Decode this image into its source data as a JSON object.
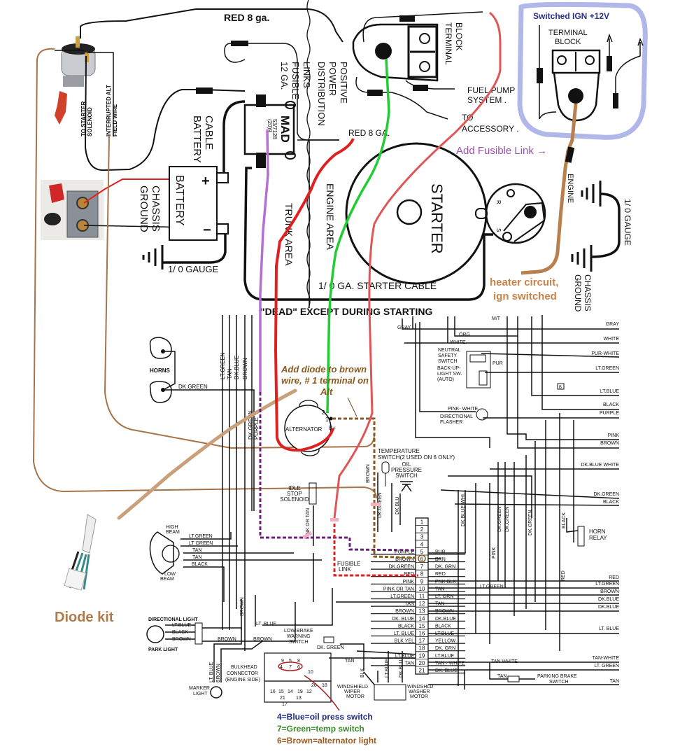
{
  "annotations": {
    "switched_ign": "Switched IGN +12V",
    "add_fusible_link": "Add Fusible Link →",
    "heater_line1": "heater circuit,",
    "heater_line2": "ign switched",
    "diode_note": [
      "Add diode to brown",
      "wire, # 1 terminal on",
      "Alt"
    ],
    "diode_kit": "Diode kit",
    "to_starter_solenoid": [
      "TO STARTER",
      "SOLENOID"
    ],
    "interrupted_alt_field": [
      "INTERRUPTED ALT",
      "FIELD WIRE"
    ],
    "legend": [
      {
        "text": "4=Blue=oil press switch",
        "color": "#1f2a80"
      },
      {
        "text": "7=Green=temp switch",
        "color": "#3a8a2a"
      },
      {
        "text": "6=Brown=alternator light",
        "color": "#9a5a20"
      }
    ],
    "colors": {
      "ign_highlight": "#8f98e0",
      "heater_wire": "#b8804f",
      "fusible_text": "#9b4fb0",
      "green_wire": "#22cc33",
      "red_wire": "#e02020",
      "light_red_wire": "#e05555",
      "purple_wire": "#b46fd0",
      "dotted_purple": "#6a1f7a",
      "dotted_brown": "#8a5a20",
      "tan_wire": "#c9a07a",
      "brown_wire": "#a87348"
    }
  },
  "power": {
    "red_8ga_top": "RED 8 ga.",
    "fusible_links": [
      "12 GA.",
      "FUSIBLE",
      "LINKS"
    ],
    "mad": "MAD",
    "mad_part": [
      "(20)9",
      "53/7128"
    ],
    "battery_cable": [
      "BATTERY",
      "CABLE"
    ],
    "battery": "BATTERY",
    "plus": "+",
    "minus": "−",
    "chassis_ground_left": [
      "CHASSIS",
      "GROUND"
    ],
    "gauge_left": "1/ 0 GAUGE",
    "positive_power": [
      "POSITIVE",
      "POWER",
      "DISTRIBUTION"
    ],
    "terminal_block": [
      "TERMINAL",
      "BLOCK"
    ],
    "fuel_pump": [
      "FUEL PUMP",
      "SYSTEM ."
    ],
    "to_accessory": [
      "TO",
      "ACCESSORY ."
    ],
    "red_8ga_mid": "RED  8 GA.",
    "trunk_area": "TRUNK AREA",
    "engine_area": "ENGINE AREA",
    "starter": "STARTER",
    "r": "R",
    "s": "S",
    "starter_cable": "1/ 0 GA.  STARTER  CABLE",
    "dead": "\"DEAD\"  EXCEPT DURING STARTING",
    "terminal_block_2": [
      "TERMINAL",
      "BLOCK"
    ],
    "engine_ground": [
      "ENGINE",
      "GROUND"
    ],
    "gauge_right": "1/ 0 GAUGE",
    "chassis_ground_right": [
      "CHASSIS",
      "GROUND"
    ]
  },
  "harness": {
    "horns": "HORNS",
    "horn_wire": "DK.GREEN",
    "verticals": [
      "LT.GREEN",
      "TAN",
      "DK.BLUE",
      "BROWN",
      "DK.GREEN",
      "PURPLE"
    ],
    "alternator": "ALTERNATOR",
    "alt_terms": [
      "2",
      "1",
      "B+"
    ],
    "temp_switch": [
      "TEMPERATURE",
      "SWITCH(2 USED ON 6 ONLY)"
    ],
    "oil_switch": [
      "OIL",
      "PRESSURE",
      "SWITCH"
    ],
    "idle_stop": [
      "IDLE",
      "STOP",
      "SOLENOID"
    ],
    "pink_or_tan_v": "PINK OR TAN",
    "brown_v": "BROWN",
    "dk_green_v": "DK.GREEN",
    "dk_blu_v": "DK BLU",
    "dk_blue_whi_v": "DK.BLUE-WHI.",
    "green_vs": [
      "DK.GREEN",
      "DK.GREEN",
      "DK.GREEN"
    ],
    "pink_v": "PINK",
    "black_v": "BLACK",
    "red_v": "RED",
    "fusible_link": [
      "FUSIBLE",
      "LINK"
    ],
    "gray": "GRAY",
    "org": "ORG",
    "white": "WHITE",
    "mt": "M/T",
    "neutral_safety": [
      "NEUTRAL",
      "SAFETY",
      "SWITCH"
    ],
    "backup": [
      "BACK-UP-",
      "LIGHT SW.",
      "(AUTO)"
    ],
    "pur": "PUR",
    "pink_white": "PINK- WHITE",
    "flasher": [
      "DIRECTIONAL",
      "FLASHER"
    ],
    "b_box": "B",
    "horn_relay": [
      "HORN",
      "RELAY"
    ],
    "right_labels": [
      "GRAY",
      "WHITE",
      "PUR-WHITE",
      "LT.GREEN",
      "LT.BLUE",
      "BLACK",
      "PURPLE",
      "PINK",
      "BROWN",
      "DK.BLUE  WHITE",
      "DK.GREEN",
      "BLACK",
      "RED",
      "LT.GREEN",
      "BROWN",
      "DK.BLUE",
      "DK.BLUE",
      "LT. BLUE",
      "TAN-WHITE",
      "LT. GREEN",
      "TAN"
    ],
    "lt_green_mid": "LT.GREEN",
    "tan_white_mid": "TAN WHITE",
    "tan_small": "TAN",
    "parking_brake": [
      "PARKING BRAKE",
      "SWITCH"
    ],
    "connector": [
      {
        "n": "1",
        "left": "",
        "right": ""
      },
      {
        "n": "2",
        "left": "",
        "right": ""
      },
      {
        "n": "3",
        "left": "",
        "right": ""
      },
      {
        "n": "4",
        "left": "",
        "right": ""
      },
      {
        "n": "5",
        "left": "PURPLE",
        "right": "PUR"
      },
      {
        "n": "6",
        "left": "BROWN",
        "right": "BRN"
      },
      {
        "n": "7",
        "left": "DK.GREEN",
        "right": "DK. GRN"
      },
      {
        "n": "8",
        "left": "RED",
        "right": "RED"
      },
      {
        "n": "9",
        "left": "PINK",
        "right": "PNK-BLK"
      },
      {
        "n": "10",
        "left": "PINK OR TAN",
        "right": "TAN"
      },
      {
        "n": "11",
        "left": "LT.GREEN",
        "right": "LT. GRN"
      },
      {
        "n": "12",
        "left": "TAN",
        "right": "TAN"
      },
      {
        "n": "13",
        "left": "BROWN",
        "right": "BROWN"
      },
      {
        "n": "14",
        "left": "DK. BLUE",
        "right": "DK.BLUE"
      },
      {
        "n": "15",
        "left": "BLACK",
        "right": "BLACK"
      },
      {
        "n": "16",
        "left": "LT. BLUE",
        "right": "LT.BLUE"
      },
      {
        "n": "17",
        "left": "BLK YEL",
        "right": "YELLOW"
      },
      {
        "n": "18",
        "left": "",
        "right": "DK. GRN"
      },
      {
        "n": "19",
        "left": "LT.BLUE",
        "right": "LT.BLUE"
      },
      {
        "n": "20",
        "left": "TAN",
        "right": "TAN - WHITE"
      },
      {
        "n": "21",
        "left": "",
        "right": "DK. BLUE"
      }
    ],
    "high_beam": [
      "HIGH",
      "BEAM"
    ],
    "low_beam": [
      "LOW",
      "BEAM"
    ],
    "headlight_wires": [
      "LT.GREEN",
      "LT GREEN",
      "TAN",
      "TAN",
      "BLACK"
    ],
    "directional_light": "DIRECTIONAL LIGHT",
    "dir_wires": [
      "LT.BLUE",
      "BLACK",
      "BROWN"
    ],
    "park_light": "PARK LIGHT",
    "brown_labels": [
      "BROWN",
      "BROWN",
      "BROWN"
    ],
    "lt_blue_h": "LT. BLUE",
    "marker_light": [
      "MARKER",
      "LIGHT"
    ],
    "marker_wires": [
      "LT. BLUE",
      "BROWN"
    ],
    "bulkhead": [
      "BULKHEAD",
      "CONNECTOR",
      "(ENGINE SIDE)"
    ],
    "bulkhead_cells": [
      "9",
      "5",
      "8",
      "4",
      "7",
      "6",
      "10",
      "20",
      "18",
      "16",
      "15",
      "14",
      "19",
      "12",
      "21",
      "13",
      "17"
    ],
    "low_brake": [
      "LOW BRAKE",
      "WARNING",
      "SWITCH"
    ],
    "dk_green_h": "DK. GREEN",
    "tan_h": "TAN",
    "wiper": [
      "WINDSHIELD",
      "WIPER",
      "MOTOR"
    ],
    "washer": [
      "WINDSHLD",
      "WASHER",
      "MOTOR"
    ],
    "wiper_wires": [
      "BLK",
      "LT.BLUE",
      "DK.BLU"
    ]
  }
}
